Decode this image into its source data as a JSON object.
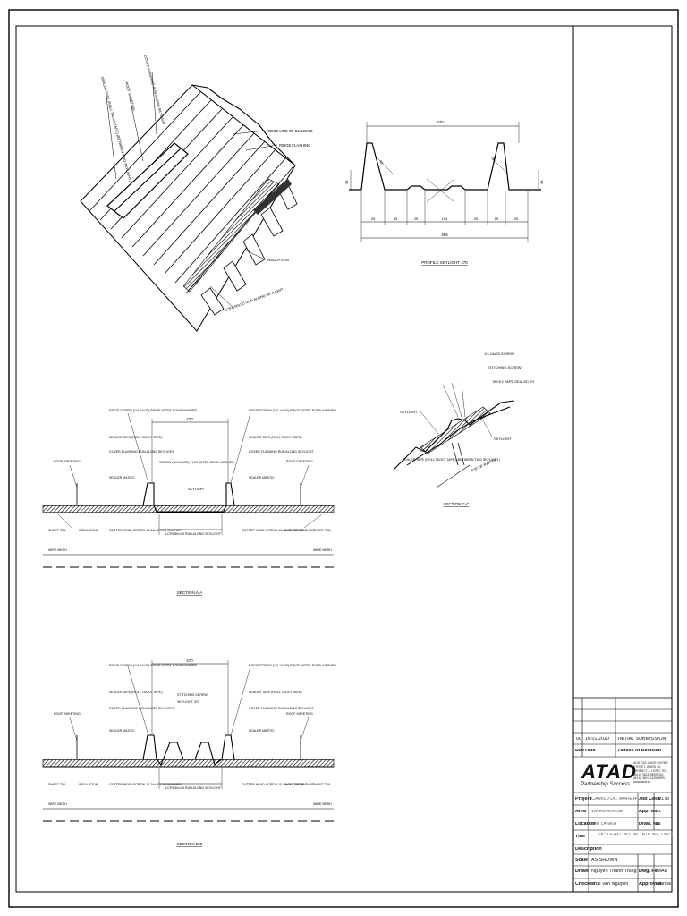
{
  "drawing_titles": {
    "profile": "PROFILE SKYLIGHT 470",
    "section_a": "SECTION A-A",
    "section_b": "SECTION B-B",
    "section_c": "SECTION C-C"
  },
  "iso_labels": {
    "cover_flashing": "COVER FLASHING RUN ALONG SKYLIGHT",
    "sealer_tape": "SEALER TAPE (ROLL TACKY TAPE) (BETWEEN TWO SKYLIGHT)",
    "roof_sheeting": "ROOF SHEETING",
    "ridge_line": "RIDGE LINE OF BUILDING",
    "ridge_flashing": "RIDGE FLASHING",
    "insulation": "INSULATION",
    "lcpa": "LCP4-50x1.5 RUN ALONG SKYLIGHT"
  },
  "profile_dims": {
    "top": "470",
    "bottom": "486",
    "segments": [
      "25",
      "55",
      "25",
      "104",
      "25",
      "55",
      "25"
    ],
    "slope": "46",
    "height": "38"
  },
  "section_labels": {
    "ridge_screw": "RIDGE SCREW (1/4-14x25) RIDGE W/TEK BOND WASHER",
    "sealer_tape": "SEALER TAPE (ROLL TACKY TAPE)",
    "cover_flashing": "COVER FLASHING RUN ALONG SKYLIGHT",
    "roof_sheeting": "ROOF SHEETING",
    "sealer_mastic": "SEALER MASTIC",
    "screw_a": "SCREW ( 1/4-14x25) FLAT W/TEK BOND WASHER",
    "skylight": "SKYLIGHT",
    "lcp": "LCP4-50x1.5 RUN ALONG SKYLIGHT",
    "gutter": "GUTTER HEAD SCREW 10-24x16 C/W WASHER",
    "insulation": "INSULATION",
    "sheet_tail": "SHEET TAIL",
    "wire_mesh": "WIRE MESH",
    "width": "470",
    "stitching": "STITCHING SCREW",
    "skylight_470": "SKYLIGHT 470"
  },
  "section_c_labels": {
    "screw": "1/4-14x25 SCREW",
    "stitching": "STITCHING SCREW",
    "tacky": "TACKY TAPE SEALED BY",
    "skylight_l": "SKYLIGHT",
    "skylight_r": "SKYLIGHT",
    "sealer": "SEALER TAPE (ROLL TACKY TAPE) (BETWEEN TWO SKYLIGHT)",
    "top_rafter": "TOP OF RAFTER"
  },
  "title_block": {
    "rev_no": "00",
    "rev_date": "10.01.2020",
    "rev_desc": "INITIAL SUBMISSION",
    "rev_label": "Rev",
    "date_label": "Date",
    "desc_label": "Details of Revision",
    "logo": "ATAD",
    "tagline": "Partnership Success",
    "company_text": "ADD: 101 HANG KHONG STREET, WARD 15, DISTRICT 3, HCMC TEL: (84-8) 3816 0890 FAX: (84-8) 3847 1325 WEB: www.atad.vn",
    "project_label": "Project",
    "project": "CAMSO DC WAREHOUSE",
    "job_code_label": "Job Code",
    "job_code": "19178",
    "area_label": "Area",
    "area": "WAREHOUSE",
    "app_label": "App. No",
    "app_no": "01",
    "location_label": "Location",
    "location": "SRI LANKA",
    "dwg_label": "Draw. No",
    "dwg_no": "02",
    "title_label": "Title",
    "title": "SKYLIGHT INSTALLATION ( TYP )",
    "description_label": "Description",
    "scale_label": "Scale",
    "scale": "AS SHOWN",
    "drawn_label": "Drawn",
    "drawn": "Nguyen Thanh Trung",
    "checked_label": "Checked",
    "checked": "Thai Van Nguyen",
    "dwg_fmt_label": "Dwg. Fo",
    "dwg_fmt": "IMAD",
    "approved_label": "Approved",
    "approved": "Stanislav"
  }
}
